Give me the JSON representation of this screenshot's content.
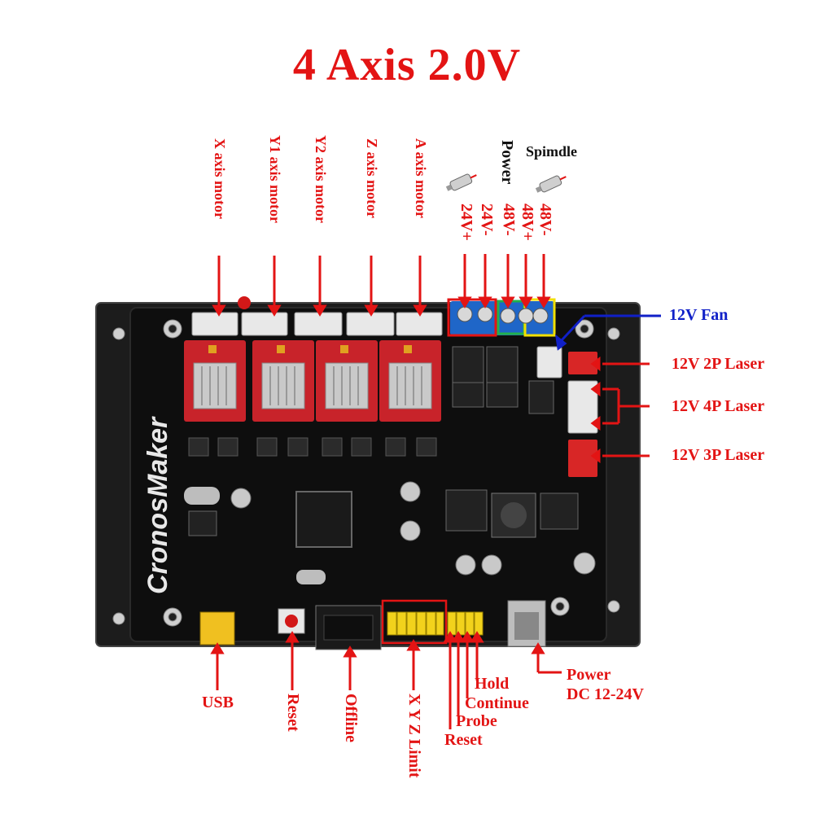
{
  "title": "4 Axis 2.0V",
  "brand": "CronosMaker",
  "top_labels": {
    "x_motor": "X axis motor",
    "y1_motor": "Y1 axis motor",
    "y2_motor": "Y2 axis motor",
    "z_motor": "Z axis motor",
    "a_motor": "A axis motor",
    "power": "Power",
    "spindle": "Spimdle",
    "v24p": "24V+",
    "v24m": "24V-",
    "v48m_a": "48V-",
    "v48p": "48V+",
    "v48m_b": "48V-"
  },
  "right_labels": {
    "fan": "12V Fan",
    "laser2p": "12V 2P Laser",
    "laser4p": "12V 4P Laser",
    "laser3p": "12V 3P Laser"
  },
  "bottom_labels": {
    "usb": "USB",
    "reset": "Reset",
    "offline": "Offline",
    "limit": "X Y Z Limit",
    "reset2": "Reset",
    "probe": "Probe",
    "continue": "Continue",
    "hold": "Hold",
    "power": "Power",
    "dc": "DC 12-24V"
  },
  "colors": {
    "label_red": "#e31414",
    "label_blue": "#1020c8",
    "pcb": "#111111",
    "driver_red": "#c8232a",
    "header_yellow": "#f2d21c"
  }
}
